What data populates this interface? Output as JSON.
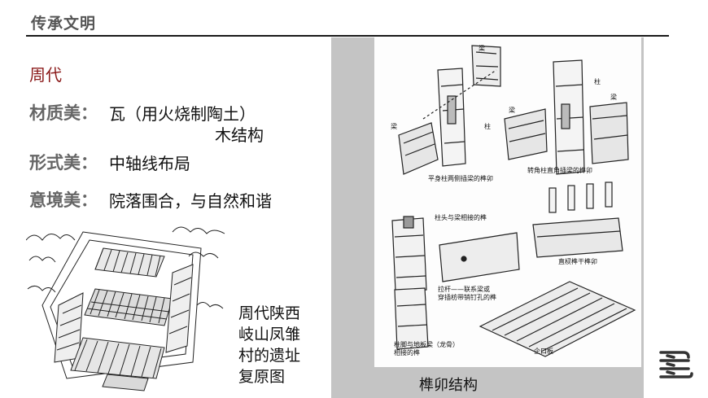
{
  "header": {
    "section_title": "传承文明"
  },
  "era": "周代",
  "rows": [
    {
      "label": "材质美：",
      "text": "瓦（用火烧制陶土）",
      "extra": "木结构"
    },
    {
      "label": "形式美：",
      "text": "中轴线布局"
    },
    {
      "label": "意境美：",
      "text": "院落围合，与自然和谐"
    }
  ],
  "courtyard_caption": [
    "周代陕西",
    "岐山凤雏",
    "村的遗址",
    "复原图"
  ],
  "joinery": {
    "caption": "榫卯结构",
    "labels": {
      "beam_a": "梁",
      "beam_b": "梁",
      "col_a": "柱",
      "col_b": "柱",
      "beam_c": "梁",
      "beam_d": "梁",
      "fig1": "平身柱两侧插梁的榫卯",
      "fig2": "转角柱直角插梁的榫卯",
      "fig3": "柱头与梁相接的榫",
      "fig4": "直棂榫干榫卯",
      "fig5_line1": "拉杆——联系梁或",
      "fig5_line2": "穿插枋带销钉孔的榫",
      "fig6_line1": "柱脚与地板梁（龙骨）",
      "fig6_line2": "相接的榫",
      "fig7": "企口板"
    }
  },
  "colors": {
    "accent": "#8b1a1a",
    "heading_gray": "#555555",
    "panel_gray": "#c4c4c4"
  },
  "logo_icon": "book-stack-icon"
}
